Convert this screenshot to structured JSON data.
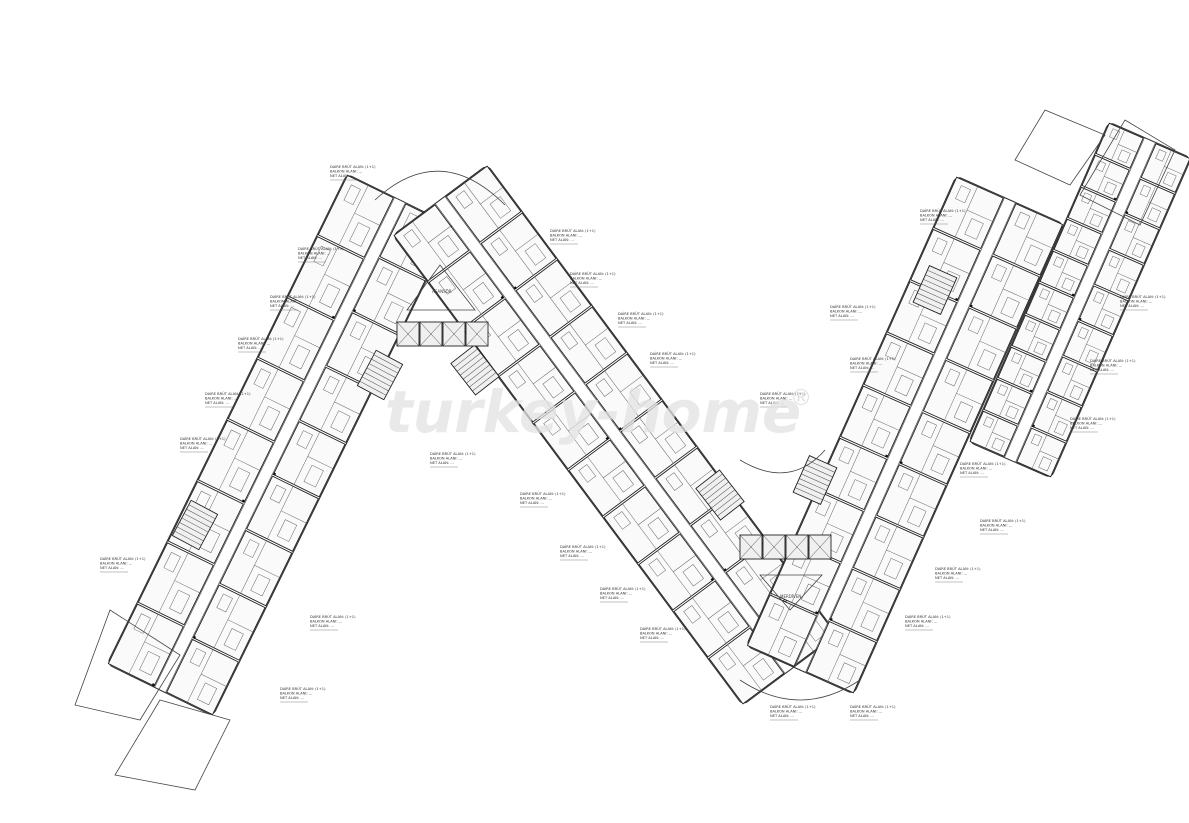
{
  "drawing": {
    "type": "architectural floor plan",
    "layout": "zigzag (W-shaped) residential block with four wings",
    "watermark": "turkey-home",
    "watermark_symbol": "®",
    "wings": [
      {
        "id": "wing-1",
        "units_outer": 9,
        "units_inner": 8
      },
      {
        "id": "wing-2",
        "units_outer": 10,
        "units_inner": 10
      },
      {
        "id": "wing-3",
        "units_outer": 9,
        "units_inner": 9
      },
      {
        "id": "wing-4",
        "units_outer": 9,
        "units_inner": 10
      }
    ],
    "unit_label_lines": [
      "DAİRE BRÜT ALAN: (1+1)",
      "BALKON ALANI: ... ",
      "NET ALAN: ..."
    ],
    "core_labels": [
      "ASANSÖR",
      "MERDİVEN"
    ],
    "colors": {
      "line": "#222222",
      "watermark": "#e2e2e2",
      "background": "#ffffff"
    }
  }
}
